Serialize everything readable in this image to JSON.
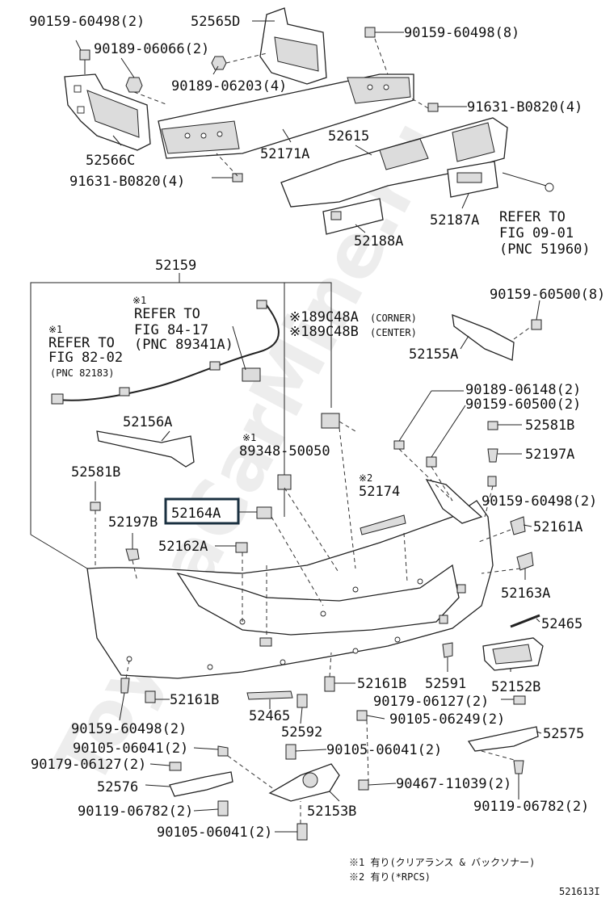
{
  "labels": {
    "l_90159_60498_2_top": "90159-60498(2)",
    "l_52565D": "52565D",
    "l_90189_06066": "90189-06066(2)",
    "l_90159_60498_8": "90159-60498(8)",
    "l_90189_06203": "90189-06203(4)",
    "l_91631_B0820_4_r": "91631-B0820(4)",
    "l_52566C": "52566C",
    "l_52171A": "52171A",
    "l_52615": "52615",
    "l_91631_B0820_4_l": "91631-B0820(4)",
    "l_52187A": "52187A",
    "l_refer_1": "REFER TO",
    "l_refer_2": "FIG 09-01",
    "l_refer_3": "(PNC 51960)",
    "l_52188A": "52188A",
    "l_52159": "52159",
    "l_90159_60500_8": "90159-60500(8)",
    "l_star1_a": "※1",
    "l_refer84_1": "REFER TO",
    "l_refer84_2": "FIG 84-17",
    "l_refer84_3": "(PNC 89341A)",
    "l_89C48A": "※189C48A",
    "l_89C48A_note": "(CORNER)",
    "l_89C48B": "※189C48B",
    "l_89C48B_note": "(CENTER)",
    "l_star1_b": "※1",
    "l_refer82_1": "REFER TO",
    "l_refer82_2": "FIG 82-02",
    "l_refer82_3": "(PNC 82183)",
    "l_52155A": "52155A",
    "l_90189_06148": "90189-06148(2)",
    "l_90159_60500_2": "90159-60500(2)",
    "l_52156A": "52156A",
    "l_52581B_r": "52581B",
    "l_star1_c": "※1",
    "l_89348_50050": "89348-50050",
    "l_52197A": "52197A",
    "l_52581B_l": "52581B",
    "l_star2": "※2",
    "l_52174": "52174",
    "l_90159_60498_2_r": "90159-60498(2)",
    "l_52164A": "52164A",
    "l_52197B": "52197B",
    "l_52161A": "52161A",
    "l_52162A": "52162A",
    "l_52163A": "52163A",
    "l_52465_r": "52465",
    "l_52161B_c": "52161B",
    "l_52591": "52591",
    "l_52152B": "52152B",
    "l_52161B_l": "52161B",
    "l_90179_06127_r": "90179-06127(2)",
    "l_52465_c": "52465",
    "l_90105_06249": "90105-06249(2)",
    "l_90159_60498_2_bl": "90159-60498(2)",
    "l_52592": "52592",
    "l_52575": "52575",
    "l_90105_06041_l": "90105-06041(2)",
    "l_90105_06041_c": "90105-06041(2)",
    "l_90179_06127_l": "90179-06127(2)",
    "l_90467_11039": "90467-11039(2)",
    "l_52576": "52576",
    "l_90119_06782_r": "90119-06782(2)",
    "l_90119_06782_l": "90119-06782(2)",
    "l_52153B": "52153B",
    "l_90105_06041_b": "90105-06041(2)",
    "l_foot1": "※1 有り(クリアランス & バックソナー)",
    "l_foot2": "※2 有り(*RPCS)",
    "l_code": "521613I"
  },
  "highlight": "52164A",
  "watermark": "ToyotaCarMine.ru"
}
